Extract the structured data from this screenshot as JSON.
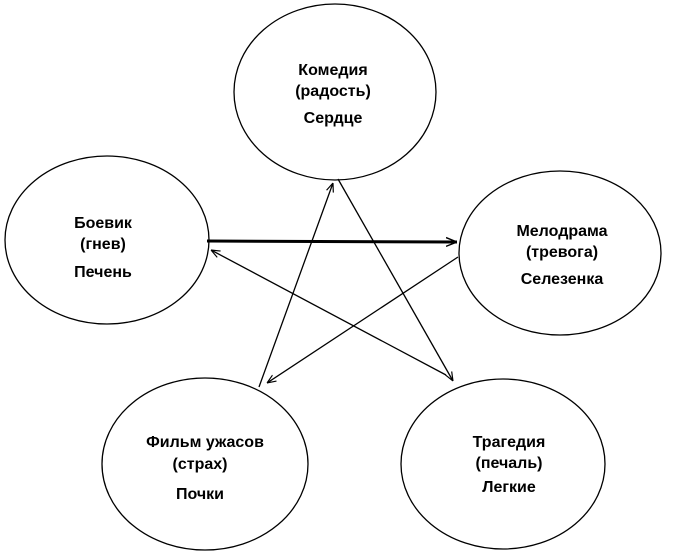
{
  "nodes": [
    {
      "id": "comedy",
      "title": "Комедия",
      "emotion": "(радость)",
      "organ": "Сердце"
    },
    {
      "id": "action",
      "title": "Боевик",
      "emotion": "(гнев)",
      "organ": "Печень"
    },
    {
      "id": "melodrama",
      "title": "Мелодрама",
      "emotion": "(тревога)",
      "organ": "Селезенка"
    },
    {
      "id": "horror",
      "title": "Фильм ужасов",
      "emotion": "(страх)",
      "organ": "Почки"
    },
    {
      "id": "tragedy",
      "title": "Трагедия",
      "emotion": "(печаль)",
      "organ": "Легкие"
    }
  ],
  "edges": [
    {
      "from": "action",
      "to": "melodrama",
      "style": "bold"
    },
    {
      "from": "melodrama",
      "to": "horror",
      "style": "thin"
    },
    {
      "from": "horror",
      "to": "comedy",
      "style": "thin"
    },
    {
      "from": "comedy",
      "to": "tragedy",
      "style": "thin"
    },
    {
      "from": "tragedy",
      "to": "action",
      "style": "thin"
    }
  ],
  "colors": {
    "stroke": "#000000",
    "background": "#ffffff"
  }
}
